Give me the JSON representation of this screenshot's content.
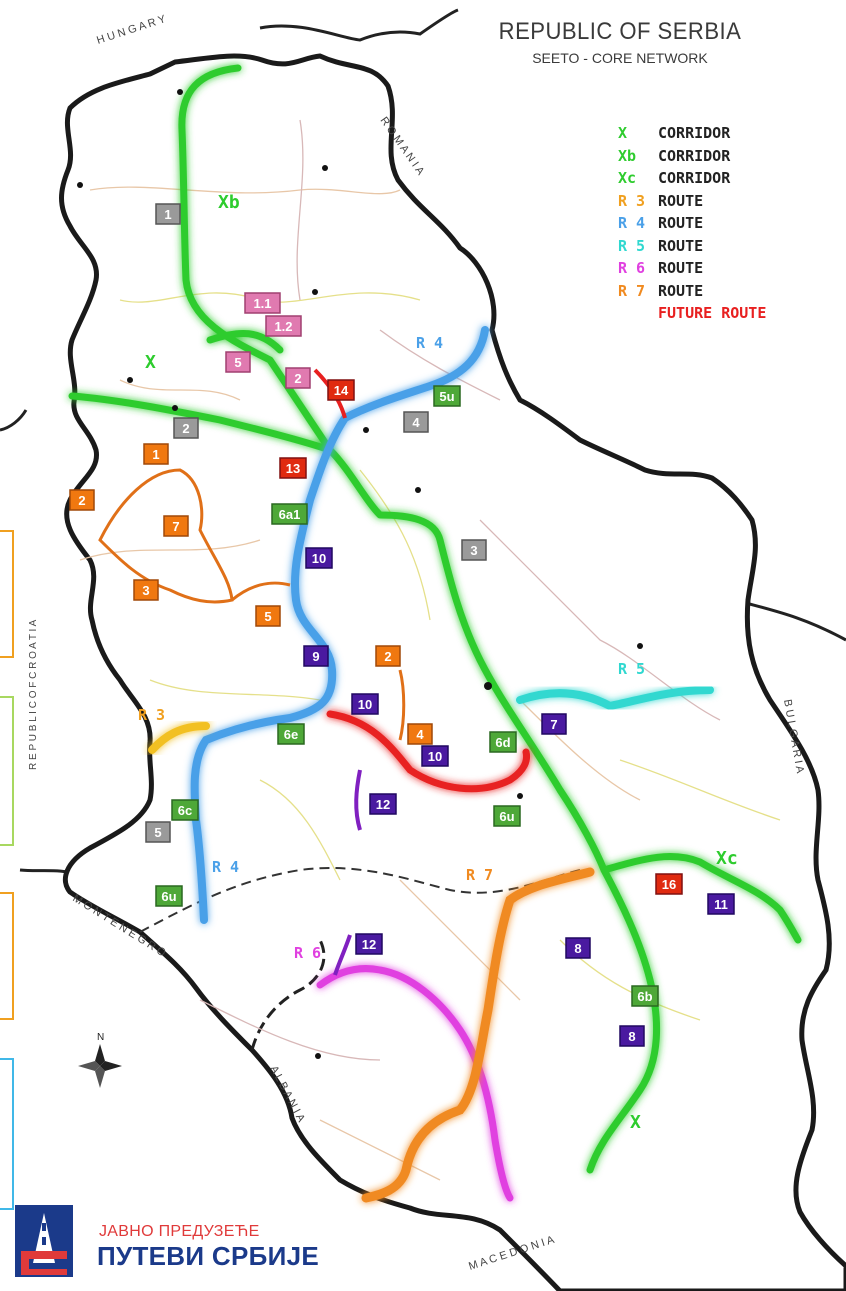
{
  "title": "REPUBLIC OF SERBIA",
  "subtitle": "SEETO - CORE NETWORK",
  "legend": [
    {
      "code": "X",
      "name": "CORRIDOR",
      "color": "#2ecc2e",
      "name_color": "#222222"
    },
    {
      "code": "Xb",
      "name": "CORRIDOR",
      "color": "#2ecc2e",
      "name_color": "#222222"
    },
    {
      "code": "Xc",
      "name": "CORRIDOR",
      "color": "#2ecc2e",
      "name_color": "#222222"
    },
    {
      "code": "R 3",
      "name": "ROUTE",
      "color": "#f0a020",
      "name_color": "#222222"
    },
    {
      "code": "R 4",
      "name": "ROUTE",
      "color": "#4aa0e8",
      "name_color": "#222222"
    },
    {
      "code": "R 5",
      "name": "ROUTE",
      "color": "#30d8d0",
      "name_color": "#222222"
    },
    {
      "code": "R 6",
      "name": "ROUTE",
      "color": "#e040e0",
      "name_color": "#222222"
    },
    {
      "code": "R 7",
      "name": "ROUTE",
      "color": "#f08a20",
      "name_color": "#222222"
    },
    {
      "code": "",
      "name": "FUTURE ROUTE",
      "color": "#e82020",
      "name_color": "#e82020"
    }
  ],
  "corridor_labels": [
    "Xb",
    "X",
    "Xc",
    "X"
  ],
  "route_labels": [
    "R 4",
    "R 3",
    "R 4",
    "R 5",
    "R 7",
    "R 6"
  ],
  "neighbor_labels": {
    "hungary": "H U N G A R Y",
    "romania": "R O M A N I A",
    "croatia": "R E P U B L I C   O F   C R O A T I A",
    "montenegro": "M O N T E   N E G R O",
    "albania": "A L B A N I A",
    "macedonia": "M A C E D O N I A",
    "bulgaria": "B U L G A R I A"
  },
  "markers": [
    {
      "label": "1",
      "style": "grey"
    },
    {
      "label": "1.1",
      "style": "pink"
    },
    {
      "label": "1.2",
      "style": "pink"
    },
    {
      "label": "2",
      "style": "pink"
    },
    {
      "label": "5",
      "style": "pink"
    },
    {
      "label": "14",
      "style": "red"
    },
    {
      "label": "5u",
      "style": "green"
    },
    {
      "label": "4",
      "style": "grey"
    },
    {
      "label": "2",
      "style": "grey"
    },
    {
      "label": "13",
      "style": "red"
    },
    {
      "label": "1",
      "style": "orange"
    },
    {
      "label": "2",
      "style": "orange"
    },
    {
      "label": "7",
      "style": "orange"
    },
    {
      "label": "6a1",
      "style": "green"
    },
    {
      "label": "10",
      "style": "purple"
    },
    {
      "label": "3",
      "style": "grey"
    },
    {
      "label": "3",
      "style": "orange"
    },
    {
      "label": "5",
      "style": "orange"
    },
    {
      "label": "9",
      "style": "purple"
    },
    {
      "label": "2",
      "style": "orange"
    },
    {
      "label": "10",
      "style": "purple"
    },
    {
      "label": "4",
      "style": "orange"
    },
    {
      "label": "10",
      "style": "purple"
    },
    {
      "label": "6d",
      "style": "green"
    },
    {
      "label": "7",
      "style": "purple"
    },
    {
      "label": "6e",
      "style": "green"
    },
    {
      "label": "12",
      "style": "purple"
    },
    {
      "label": "6u",
      "style": "green"
    },
    {
      "label": "6c",
      "style": "green"
    },
    {
      "label": "5",
      "style": "grey"
    },
    {
      "label": "6u",
      "style": "green"
    },
    {
      "label": "16",
      "style": "red"
    },
    {
      "label": "11",
      "style": "purple"
    },
    {
      "label": "12",
      "style": "purple"
    },
    {
      "label": "8",
      "style": "purple"
    },
    {
      "label": "6b",
      "style": "green"
    },
    {
      "label": "8",
      "style": "purple"
    }
  ],
  "logo": {
    "line1": "ЈАВНО ПРЕДУЗЕЋЕ",
    "line2": "ПУТЕВИ СРБИЈЕ"
  },
  "compass_letter": "N"
}
